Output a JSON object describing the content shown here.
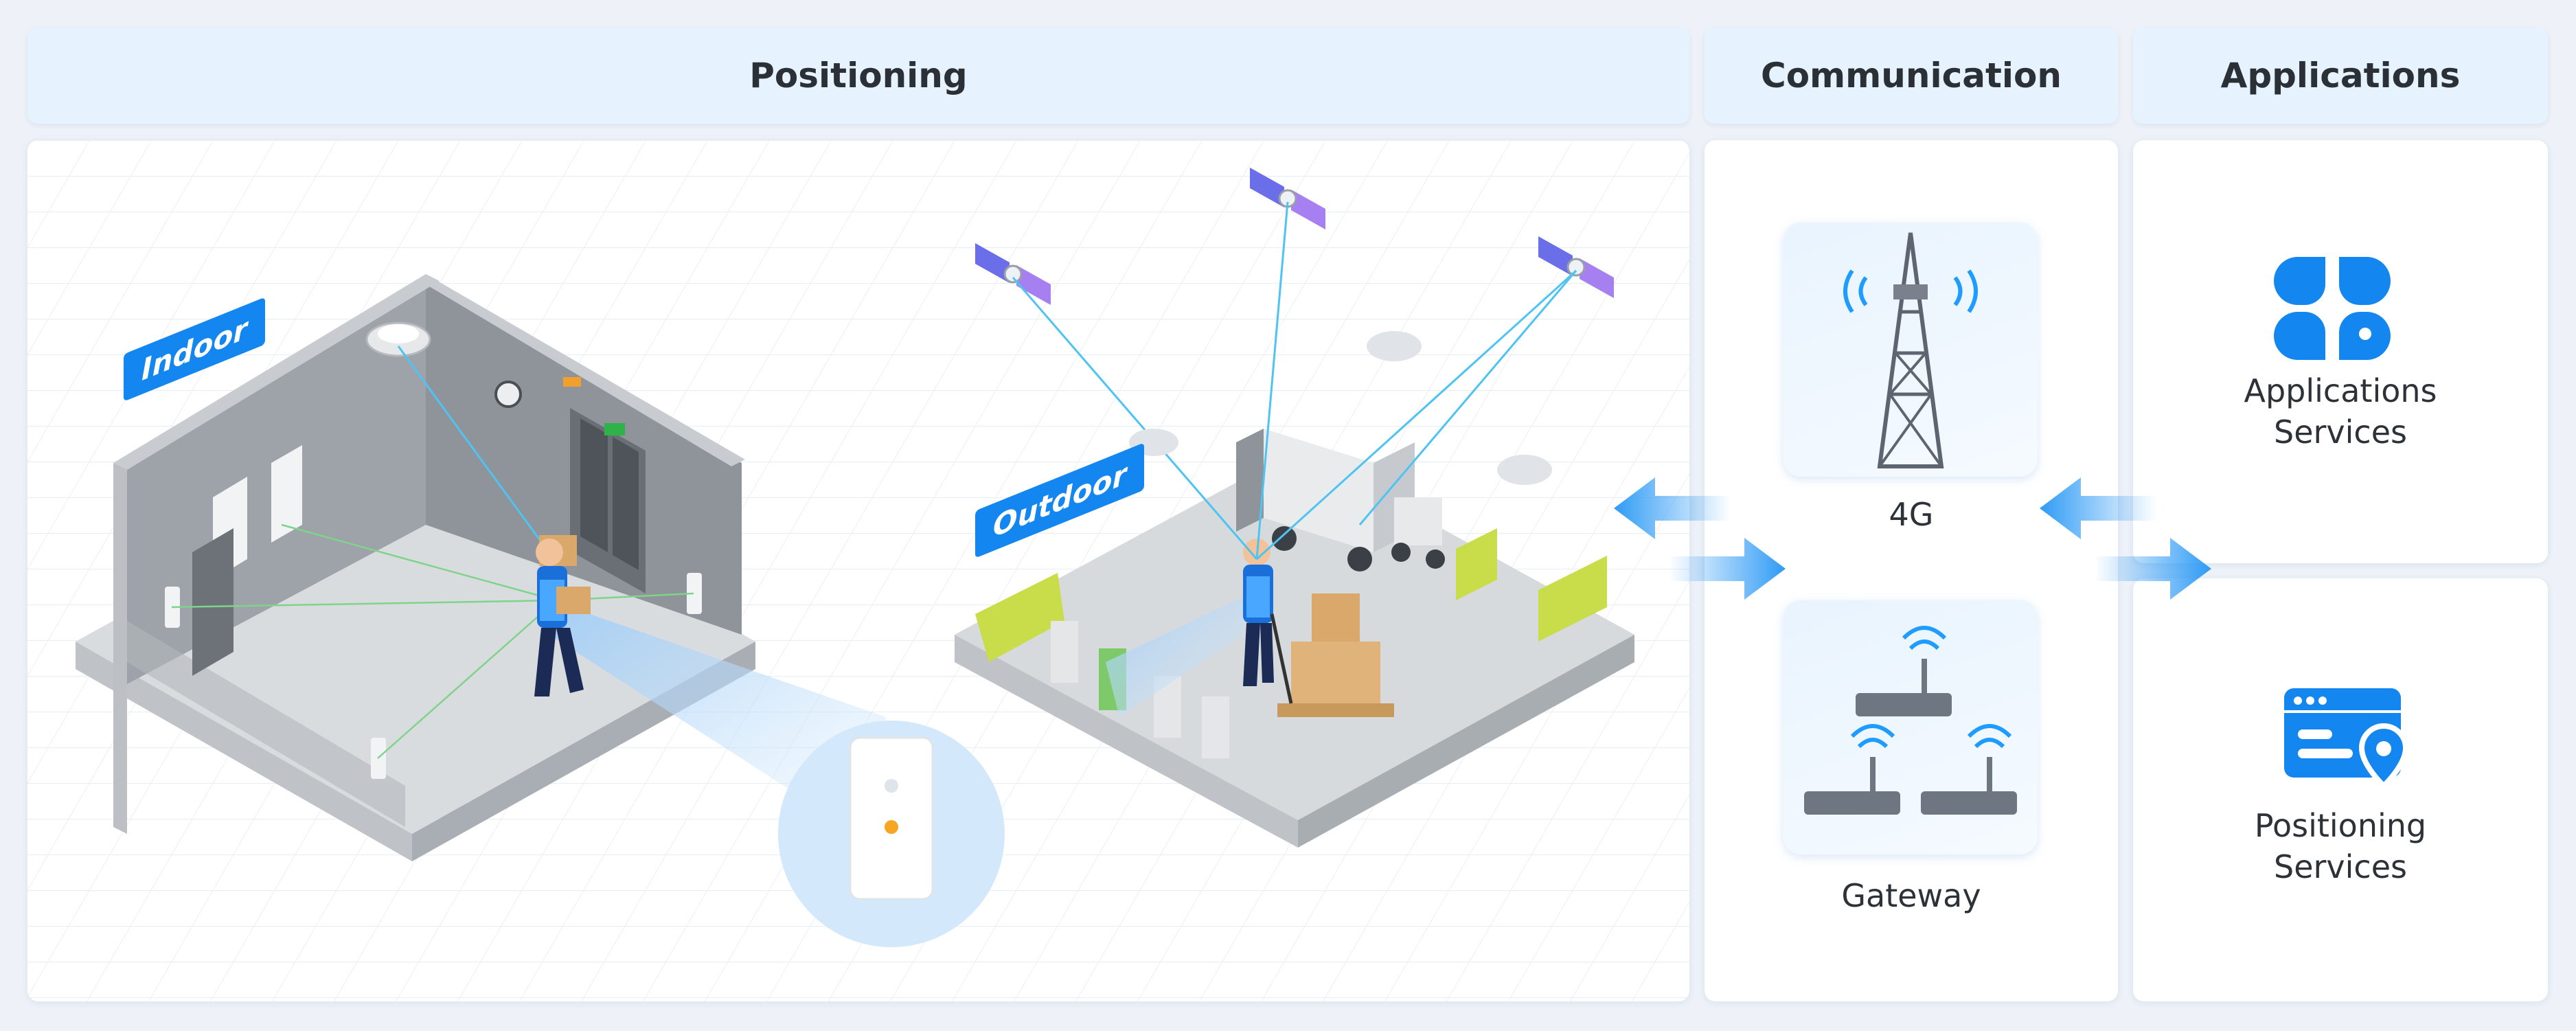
{
  "headers": {
    "positioning": "Positioning",
    "communication": "Communication",
    "applications": "Applications"
  },
  "scene": {
    "indoor_tag": "Indoor",
    "outdoor_tag": "Outdoor"
  },
  "communication": {
    "tower_label": "4G",
    "gateway_label": "Gateway"
  },
  "applications": {
    "app_services_line1": "Applications",
    "app_services_line2": "Services",
    "pos_services_line1": "Positioning",
    "pos_services_line2": "Services"
  },
  "colors": {
    "accent": "#1386f0",
    "header_bg": "#e6f2fd",
    "page_bg": "#eef2f8",
    "signal_line": "#4fc3f2"
  }
}
